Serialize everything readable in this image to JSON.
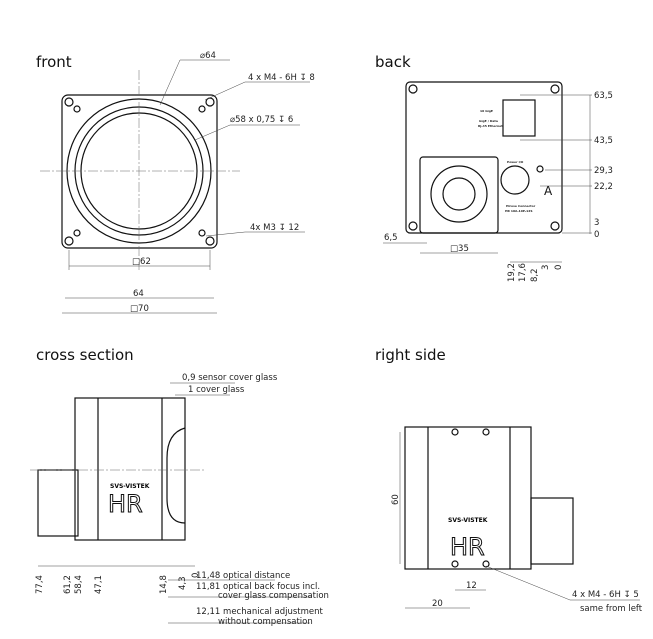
{
  "views": {
    "front": {
      "title": "front",
      "labels": [
        "⌀64",
        "4 x M4 - 6H ↧ 8",
        "⌀58 x 0,75 ↧ 6",
        "4x M3 ↧ 12",
        "□62",
        "64",
        "□70"
      ]
    },
    "back": {
      "title": "back",
      "right_dims": [
        "63,5",
        "43,5",
        "29,3",
        "22,2",
        "3",
        "0"
      ],
      "left_dim": "6,5",
      "fan_dim": "□35",
      "bottom_dims": [
        "19,2",
        "17,6",
        "8,2",
        "3",
        "0"
      ],
      "marker": "A",
      "panel_text": [
        "10 GigE",
        "GigE / Data",
        "RJ-45 Ethernet",
        "Power I/O",
        "Hirose Connector",
        "HR 10A-10P-12S"
      ]
    },
    "cross_section": {
      "title": "cross section",
      "top_labels": [
        "0,9 sensor cover glass",
        "1 cover glass"
      ],
      "bottom_dims": [
        "77,4",
        "61,2",
        "58,4",
        "47,1",
        "14,8",
        "4,3",
        "0"
      ],
      "notes": [
        "11,48 optical distance",
        "11,81 optical back focus incl.",
        "cover glass compensation",
        "12,11 mechanical adjustment",
        "without compensation"
      ],
      "brand": "SVS-VISTEK",
      "logo": "HR"
    },
    "right_side": {
      "title": "right side",
      "height_dim": "60",
      "dims": [
        "12",
        "20"
      ],
      "thread": "4 x M4 - 6H ↧ 5",
      "thread_note": "same from left",
      "brand": "SVS-VISTEK",
      "logo": "HR"
    }
  }
}
